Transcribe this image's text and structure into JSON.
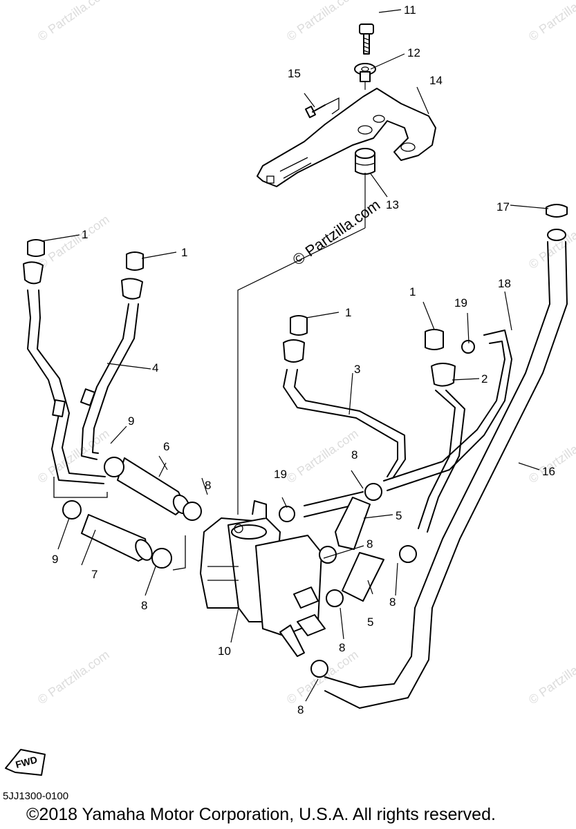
{
  "diagram": {
    "code": "5JJ1300-0100",
    "copyright": "©2018  Yamaha Motor Corporation, U.S.A. All rights reserved.",
    "fwd_label": "FWD",
    "watermark_main": "© Partzilla.com",
    "watermark_small": "© Partzilla.com",
    "callouts": [
      "1",
      "1",
      "1",
      "1",
      "2",
      "3",
      "4",
      "5",
      "5",
      "6",
      "7",
      "8",
      "8",
      "8",
      "8",
      "8",
      "8",
      "9",
      "9",
      "10",
      "11",
      "12",
      "13",
      "14",
      "15",
      "16",
      "17",
      "18",
      "19",
      "19"
    ]
  }
}
